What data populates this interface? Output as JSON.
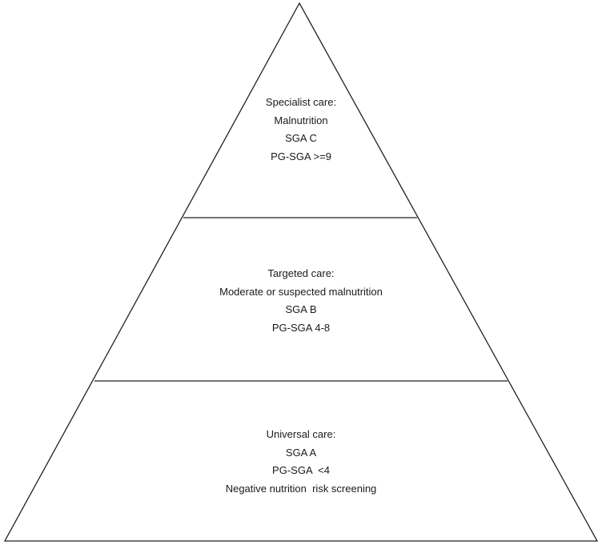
{
  "tiers": {
    "top": {
      "lines": [
        "Specialist care:",
        "Malnutrition",
        "SGA C",
        "PG-SGA >=9"
      ]
    },
    "middle": {
      "lines": [
        "Targeted care:",
        "Moderate or suspected malnutrition",
        "SGA B",
        "PG-SGA 4-8"
      ]
    },
    "bottom": {
      "lines": [
        "Universal care:",
        "SGA A",
        "PG-SGA  <4",
        "Negative nutrition  risk screening"
      ]
    }
  },
  "colors": {
    "line": "#222222",
    "text": "#1a1a1a",
    "background": "#ffffff"
  }
}
